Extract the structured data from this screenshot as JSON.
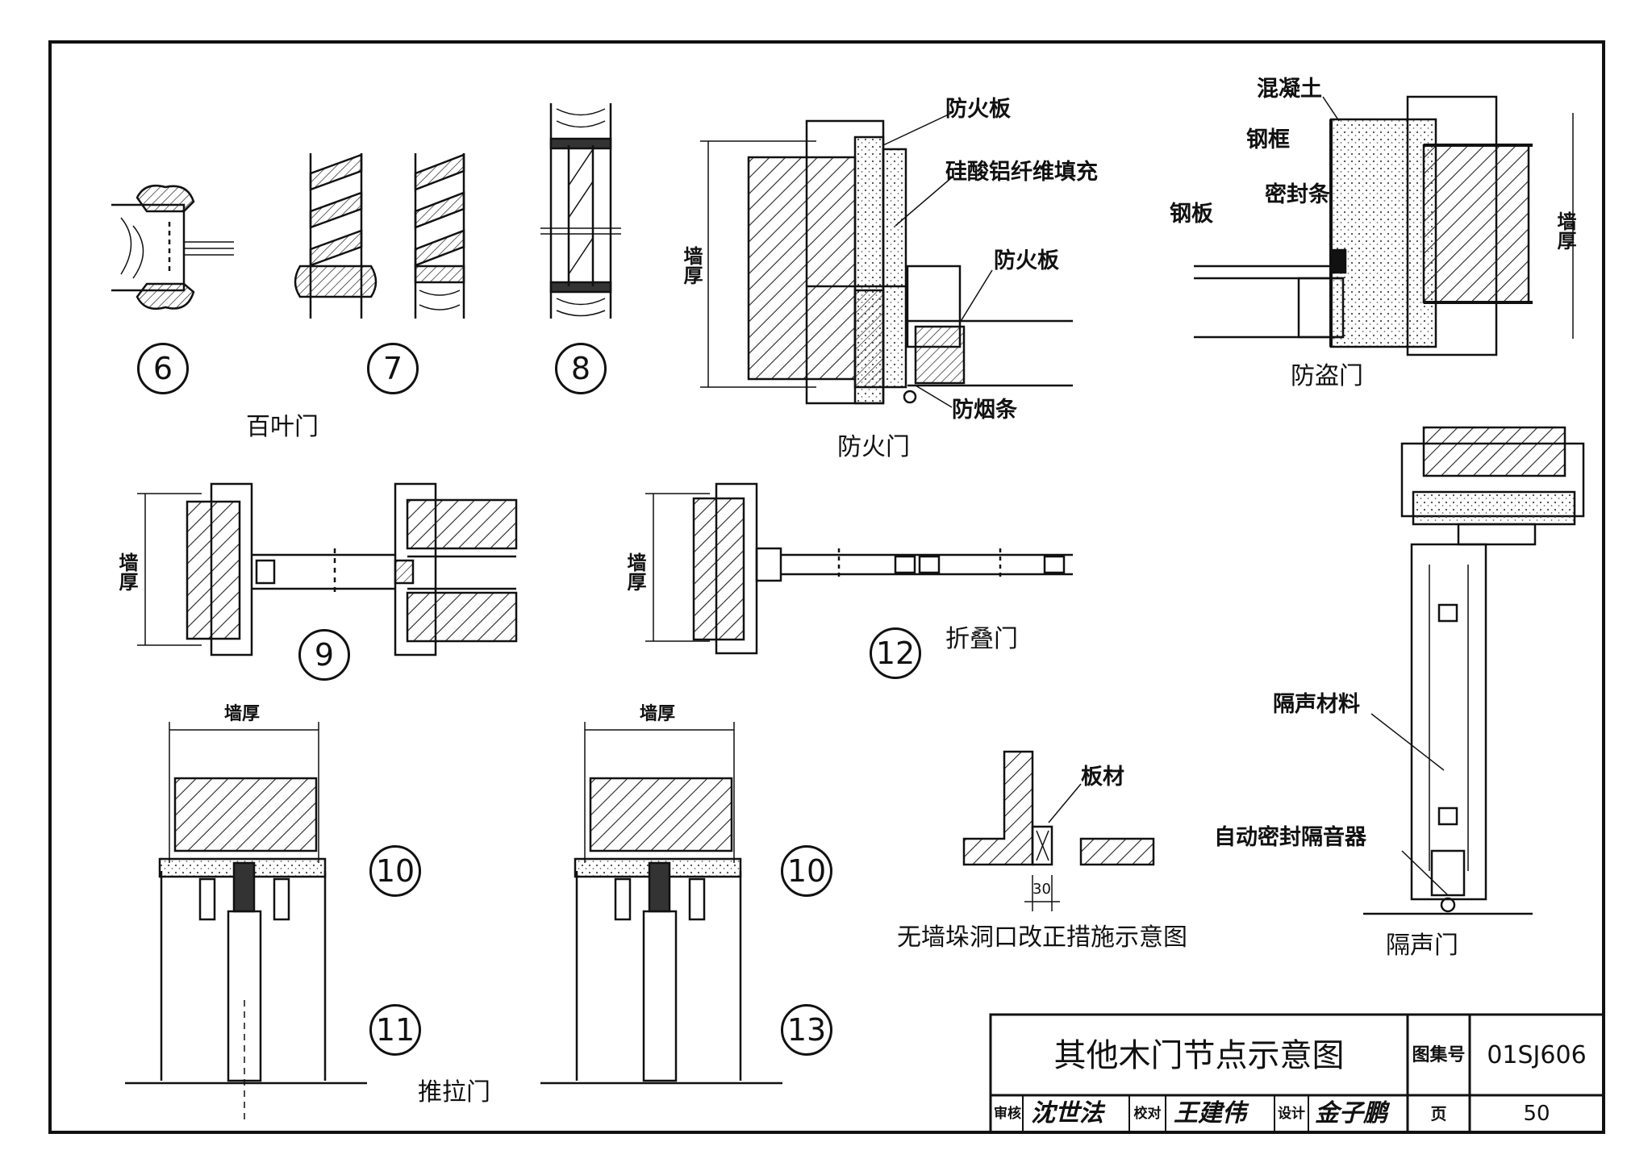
{
  "details": {
    "louver_numbers": [
      "6",
      "7",
      "8"
    ],
    "louver_caption": "百叶门",
    "fire_door": {
      "caption": "防火门",
      "fireproof_board_top": "防火板",
      "filler": "硅酸铝纤维填充",
      "fireproof_board_mid": "防火板",
      "smoke_strip": "防烟条",
      "wall_thickness": "墙厚"
    },
    "security_door": {
      "caption": "防盗门",
      "concrete": "混凝土",
      "steel_frame": "钢框",
      "steel_plate": "钢板",
      "seal_strip": "密封条",
      "wall_thickness": "墙厚"
    },
    "detail_9": {
      "number": "9",
      "wall_thickness": "墙厚"
    },
    "folding_door": {
      "number": "12",
      "caption": "折叠门",
      "wall_thickness": "墙厚"
    },
    "sliding_left": {
      "top": "10",
      "bottom": "11",
      "wall_thickness": "墙厚"
    },
    "sliding_caption": "推拉门",
    "sliding_right": {
      "top": "10",
      "bottom": "13",
      "wall_thickness": "墙厚"
    },
    "correction": {
      "caption": "无墙垛洞口改正措施示意图",
      "board_label": "板材",
      "dimension": "30"
    },
    "soundproof_door": {
      "caption": "隔声门",
      "material": "隔声材料",
      "auto_seal": "自动密封隔音器"
    }
  },
  "title_block": {
    "title": "其他木门节点示意图",
    "atlas_label": "图集号",
    "atlas_no": "01SJ606",
    "review_label": "审核",
    "check_label": "校对",
    "design_label": "设计",
    "page_label": "页",
    "page_no": "50",
    "review_sig": "沈世法",
    "check_sig": "王建伟",
    "design_sig": "金子鹏"
  }
}
